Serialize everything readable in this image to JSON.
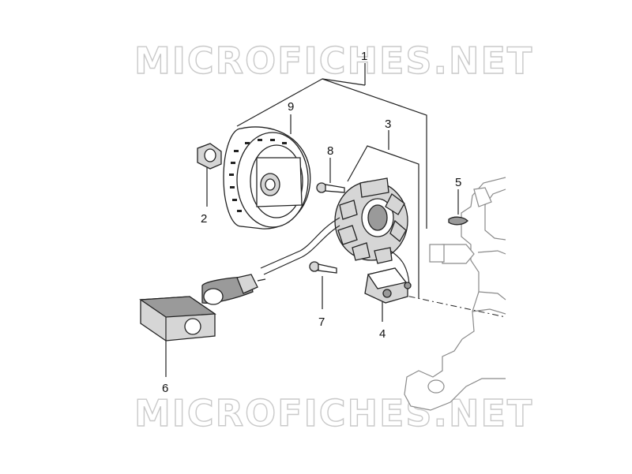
{
  "watermark": {
    "top": "MICROFICHES.NET",
    "bottom": "MICROFICHES.NET"
  },
  "callouts": {
    "c1": "1",
    "c2": "2",
    "c3": "3",
    "c4": "4",
    "c5": "5",
    "c6": "6",
    "c7": "7",
    "c8": "8",
    "c9": "9"
  }
}
